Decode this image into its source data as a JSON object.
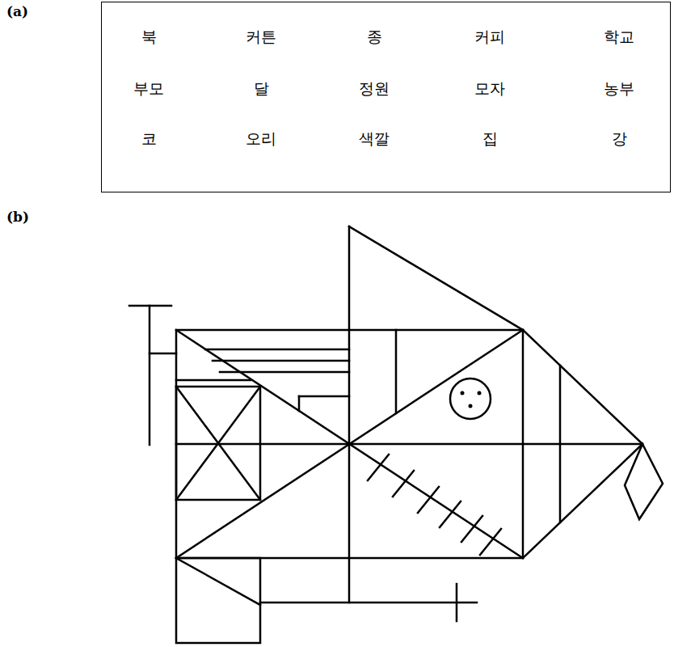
{
  "diagram": {
    "nodes": [
      {
        "text": [
          "북",
          "커튼",
          "종",
          "커피",
          "학교",
          "부모",
          "달",
          "정원",
          "모자",
          "농부",
          "코",
          "오리",
          "색깔",
          "집",
          "강"
        ]
      }
    ],
    "labels": [
      "(a)",
      "(b)"
    ]
  }
}
